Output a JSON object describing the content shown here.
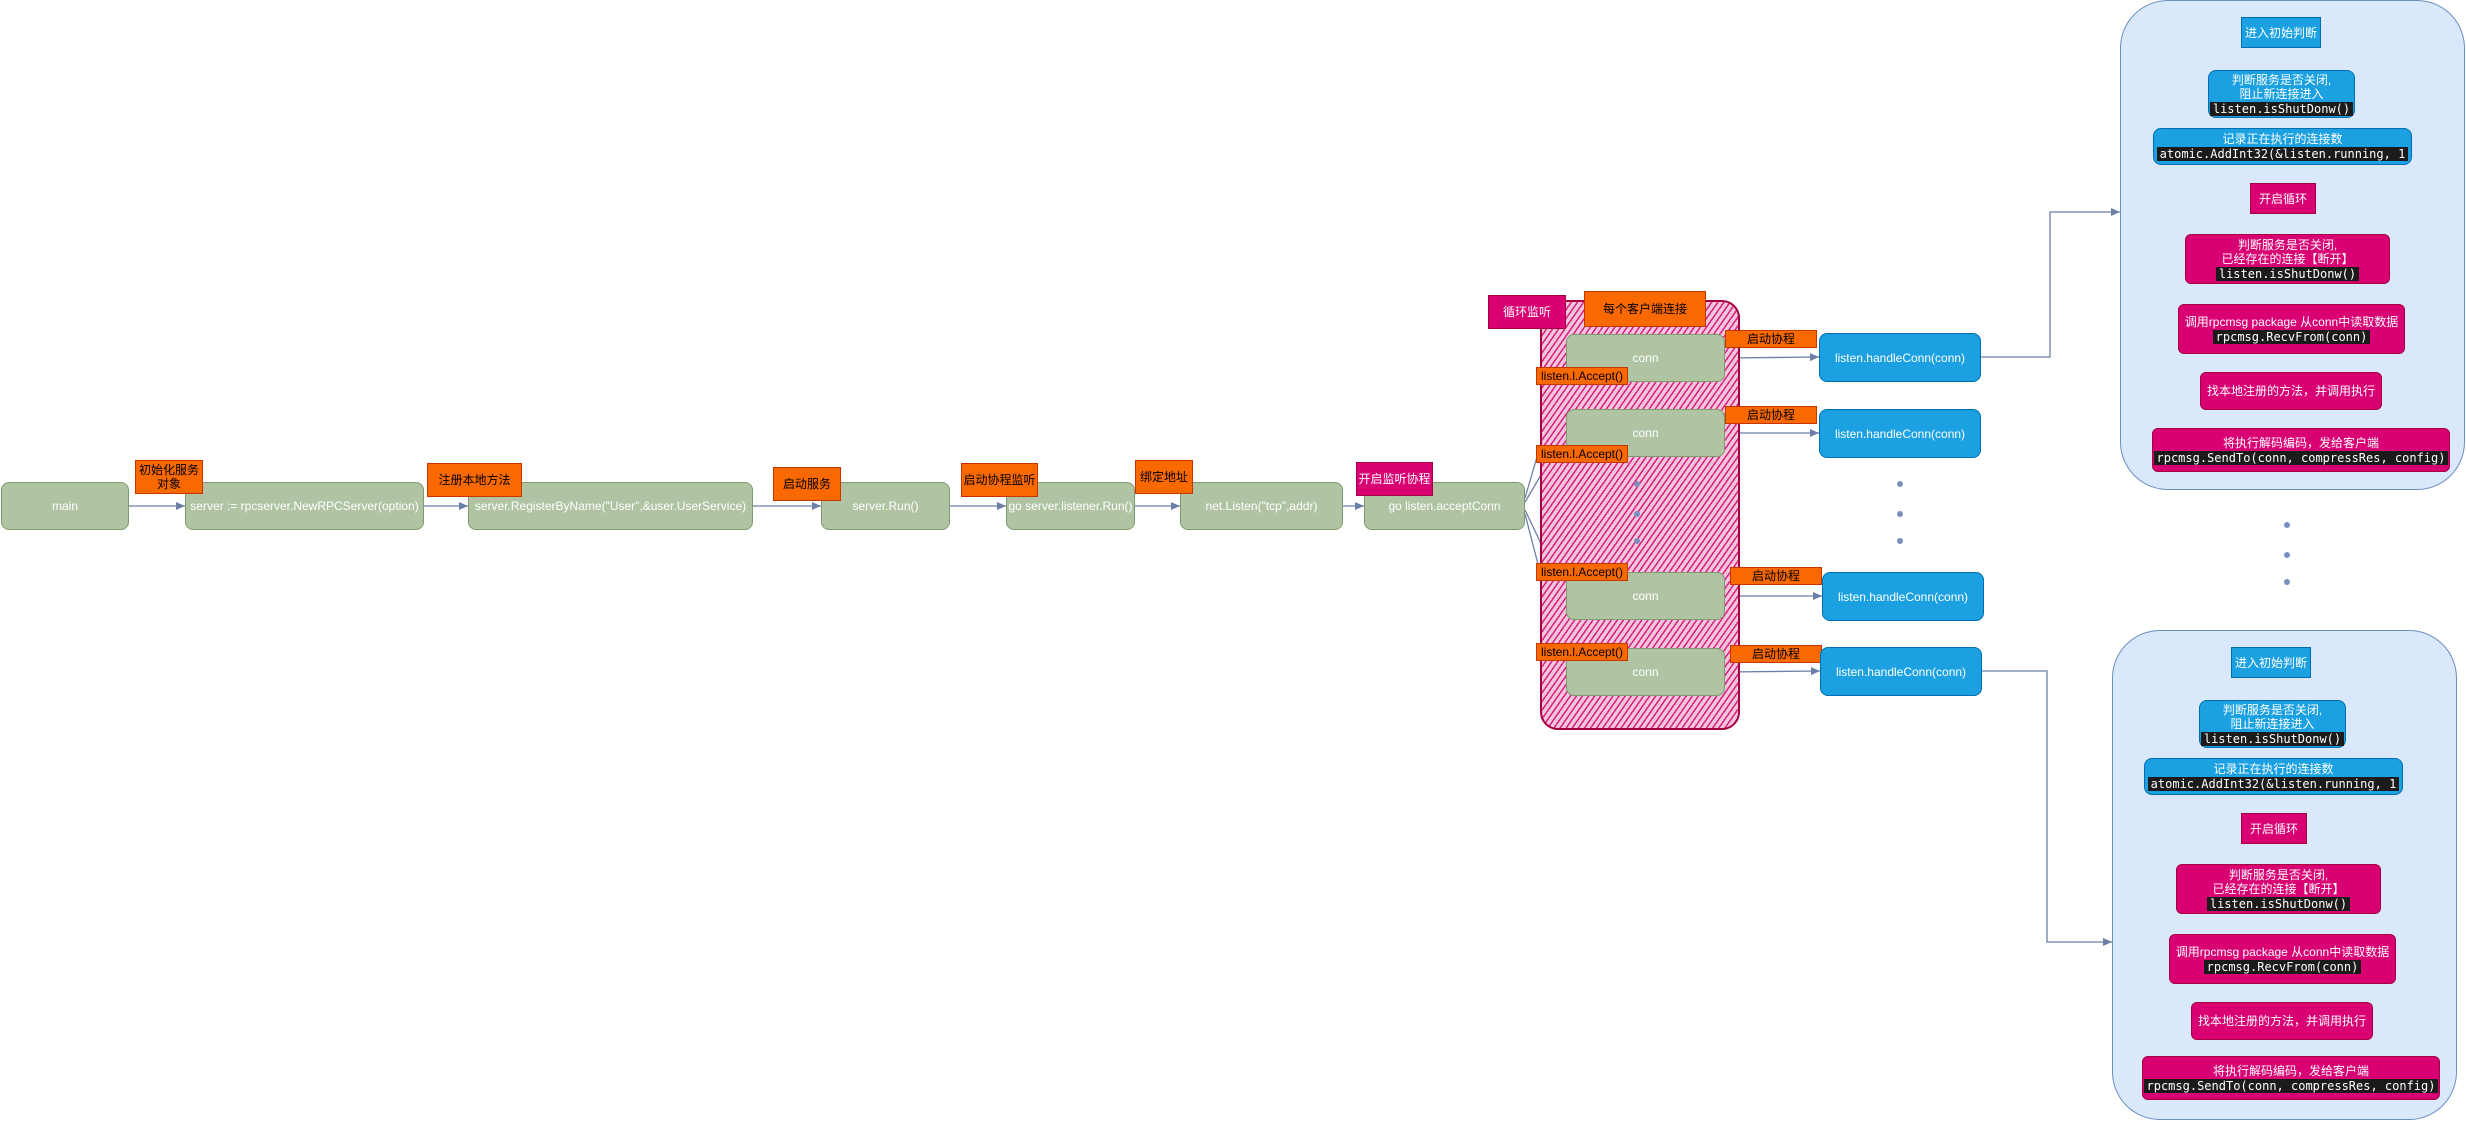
{
  "main_flow": {
    "main": "main",
    "new_server": "server := rpcserver.NewRPCServer(option)",
    "register": "server.RegisterByName(\"User\",&user.UserService)",
    "run": "server.Run()",
    "listener_run": "go server.listener.Run()",
    "net_listen": "net.Listen(\"tcp\",addr)",
    "accept_conn": "go listen.acceptConn"
  },
  "step_labels": {
    "init": "初始化服务对象",
    "register": "注册本地方法",
    "start_service": "启动服务",
    "start_listen_goroutine": "启动协程监听",
    "bind_addr": "绑定地址",
    "open_listen_goroutine": "开启监听协程"
  },
  "loop": {
    "loop_label": "循环监听",
    "per_client_label": "每个客户端连接",
    "accept_label": "listen.l.Accept()",
    "conn_label": "conn",
    "start_goroutine_label": "启动协程",
    "handle_label": "listen.handleConn(conn)"
  },
  "handle_panel": {
    "enter": "进入初始判断",
    "check_closed_line1": "判断服务是否关闭,",
    "check_closed_line2": "阻止新连接进入",
    "check_closed_code": "listen.isShutDonw()",
    "record_line": "记录正在执行的连接数",
    "record_code": "atomic.AddInt32(&listen.running, 1",
    "loop_start": "开启循环",
    "check_existing_line1": "判断服务是否关闭,",
    "check_existing_line2": "已经存在的连接【断开】",
    "check_existing_code": "listen.isShutDonw()",
    "read_line": "调用rpcmsg package 从conn中读取数据",
    "read_code": "rpcmsg.RecvFrom(conn)",
    "find_method": "找本地注册的方法，并调用执行",
    "send_line": "将执行解码编码，发给客户端",
    "send_code": "rpcmsg.SendTo(conn, compressRes, config)"
  },
  "colors": {
    "green": "#b0c4a4",
    "blue": "#1ba1e2",
    "orange": "#fa6800",
    "magenta": "#d80073",
    "panel": "#dae8fc",
    "arrow": "#6c7fa7"
  }
}
